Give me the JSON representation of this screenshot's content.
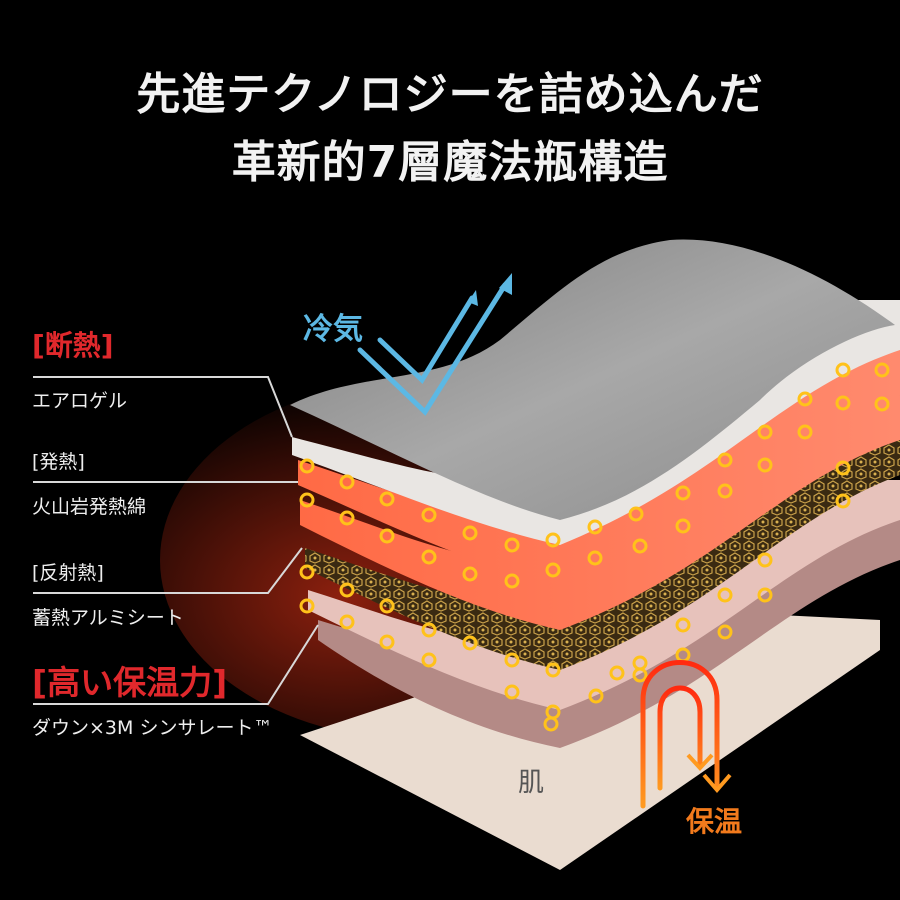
{
  "title": {
    "line1": "先進テクノロジーを詰め込んだ",
    "line2": "革新的7層魔法瓶構造"
  },
  "labels": [
    {
      "category": "[断熱]",
      "material": "エアロゲル"
    },
    {
      "category": "[発熱]",
      "material": "火山岩発熱綿"
    },
    {
      "category": "[反射熱]",
      "material": "蓄熱アルミシート"
    },
    {
      "category": "[高い保温力]",
      "material": "ダウン×3M シンサレート™"
    }
  ],
  "annotations": {
    "cold_air": "冷気",
    "skin": "肌",
    "heat_retention": "保温"
  },
  "colors": {
    "background": "#000000",
    "accent_red": "#e0282c",
    "cold_blue": "#5cb8e4",
    "warm_orange": "#f27a1c",
    "heat_layer": "#fa7a5e",
    "dot_yellow": "#ffc21a",
    "outer_gray": "#9a9a9a",
    "skin_beige": "#eadcd0"
  },
  "layers": [
    "outer-shell",
    "aerogel",
    "volcanic-heating-cotton-1",
    "volcanic-heating-cotton-2",
    "aluminum-heat-sheet",
    "down-thinsulate-1",
    "down-thinsulate-2"
  ]
}
